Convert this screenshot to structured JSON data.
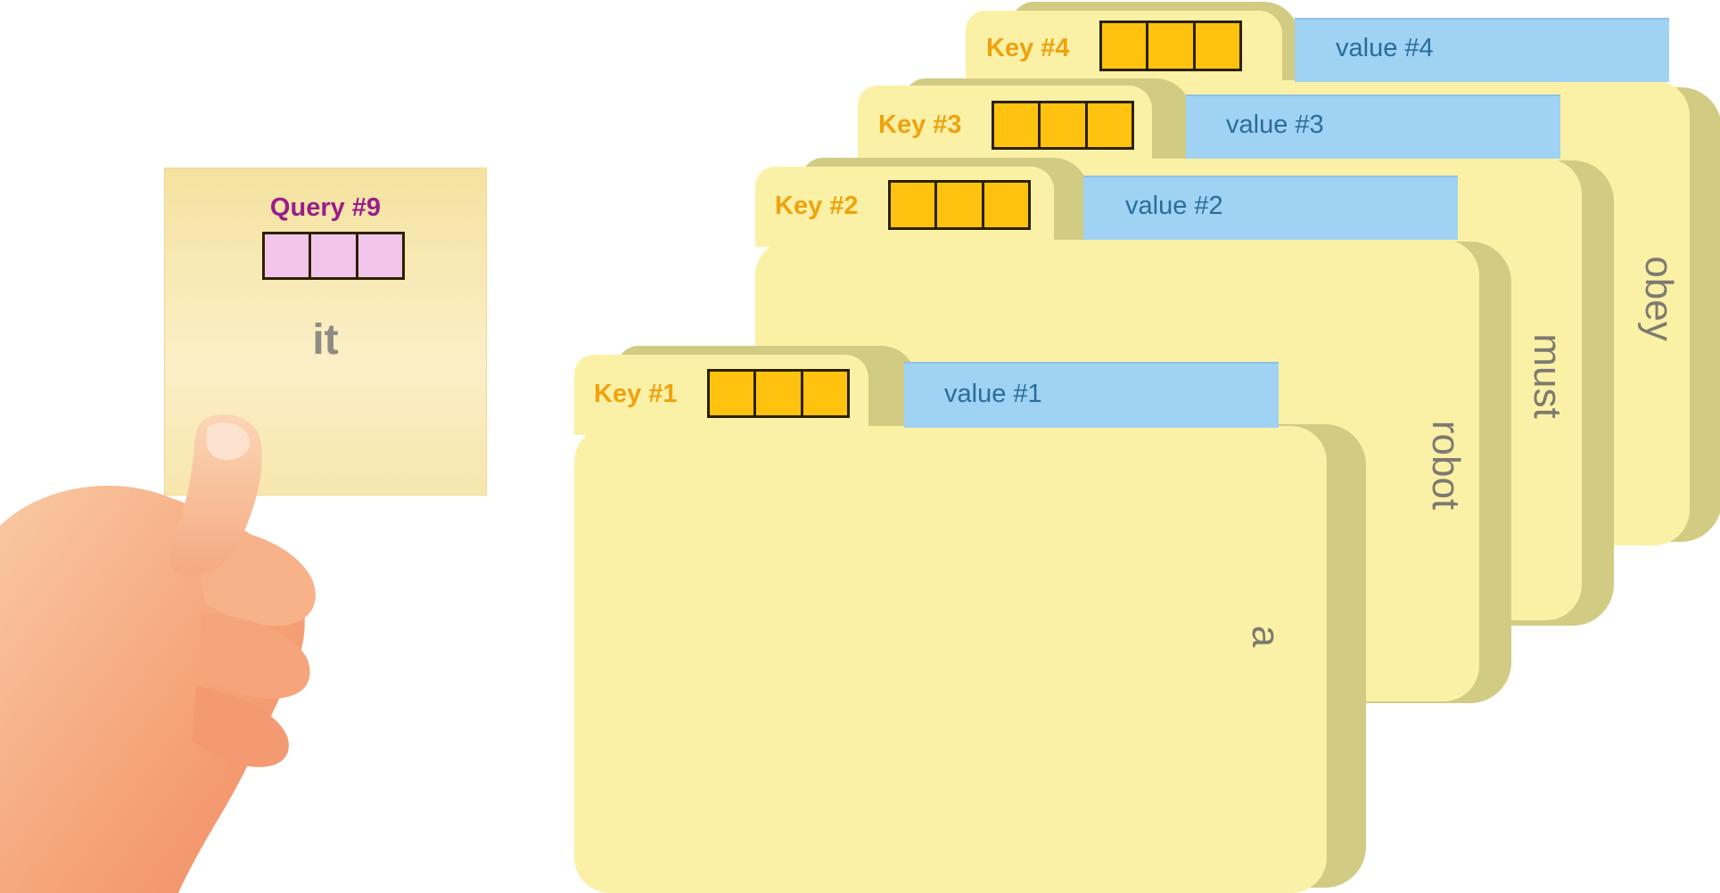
{
  "query": {
    "label": "Query #9",
    "word": "it",
    "vector_cells": 3
  },
  "folders": [
    {
      "key": "Key #4",
      "value": "value #4",
      "word": "obey"
    },
    {
      "key": "Key #3",
      "value": "value #3",
      "word": "must"
    },
    {
      "key": "Key #2",
      "value": "value #2",
      "word": "robot"
    },
    {
      "key": "Key #1",
      "value": "value #1",
      "word": "a"
    }
  ],
  "colors": {
    "folder": "#fbf1a6",
    "folder_edge": "#d2cb84",
    "value_tab": "#9fd2f3",
    "key_vector": "#ffc20f",
    "query_vector": "#f1c6ea",
    "key_text": "#f0a20e",
    "query_text": "#9a1c8a",
    "value_text": "#2a6d98"
  }
}
